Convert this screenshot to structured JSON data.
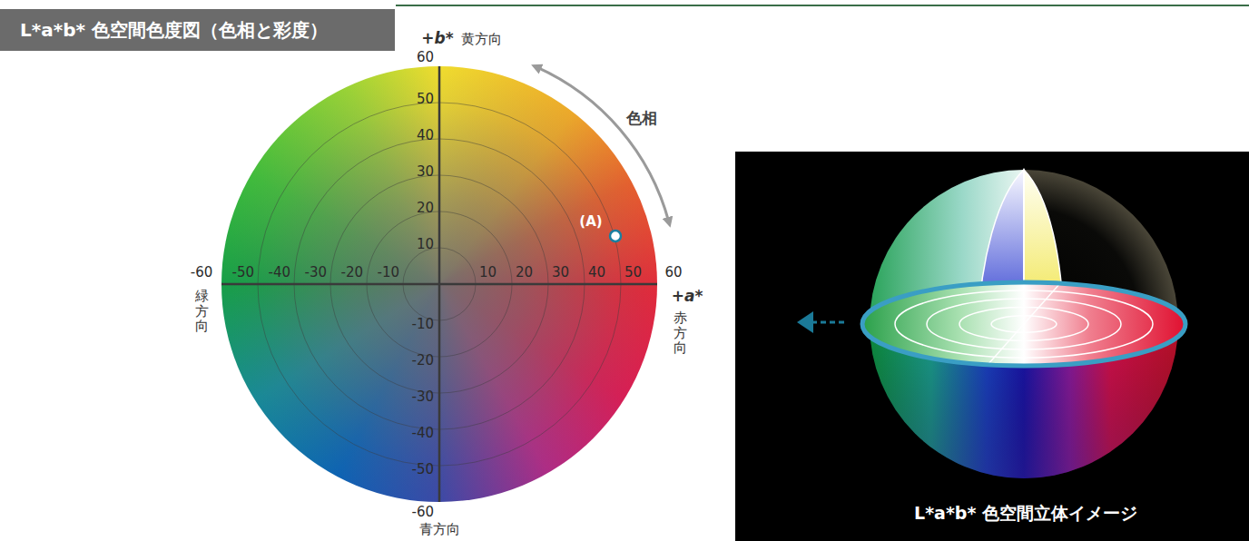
{
  "diagram": {
    "title": "L*a*b* 色空間色度図（色相と彩度）",
    "caption": "L*a*b* 色空間立体イメージ",
    "labels": [
      "+b*",
      "黄方向",
      "60",
      "50",
      "40",
      "30",
      "20",
      "10",
      "-10",
      "-20",
      "-30",
      "-40",
      "-50",
      "-60",
      "青方向",
      "-60",
      "-50",
      "-40",
      "-30",
      "-20",
      "-10",
      "10",
      "20",
      "30",
      "40",
      "50",
      "60",
      "+a*",
      "赤方向",
      "緑方向",
      "色相",
      "(A)"
    ]
  }
}
